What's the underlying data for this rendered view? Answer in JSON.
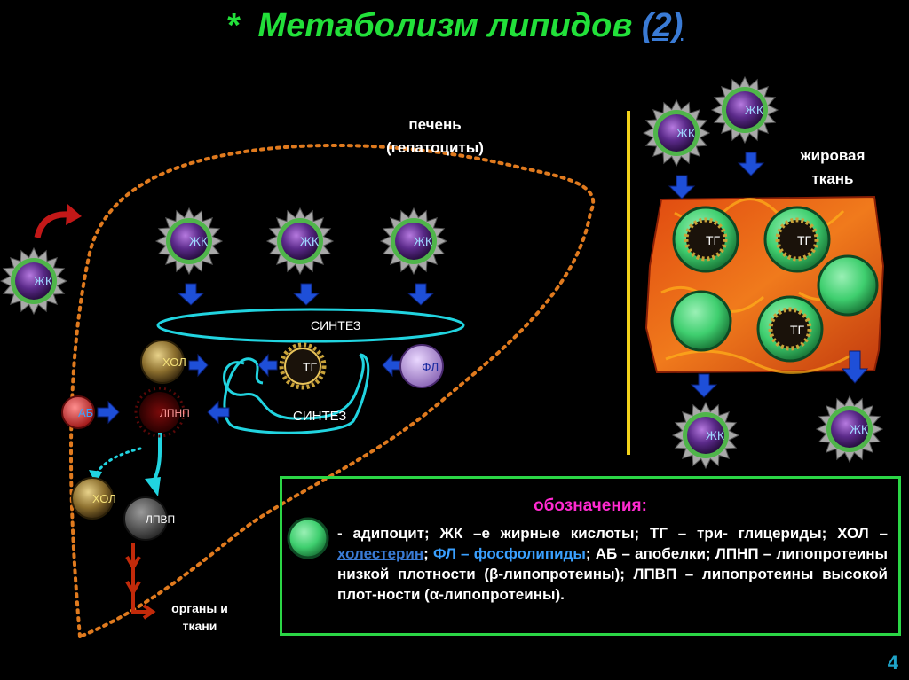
{
  "title": {
    "prefix": "*",
    "text": "Метаболизм липидов",
    "link": "(2)"
  },
  "liver": {
    "line1": "печень",
    "line2": "(гепатоциты)"
  },
  "adipose": {
    "line1": "жировая",
    "line2": "ткань"
  },
  "cells": {
    "fa": "ЖК",
    "tg": "ТГ",
    "chol": "ХОЛ",
    "pl": "ФЛ",
    "apo": "АБ",
    "ldl": "ЛПНП",
    "hdl": "ЛПВП"
  },
  "synthesis": "СИНТЕЗ",
  "organs": {
    "line1": "органы и",
    "line2": "ткани"
  },
  "legend": {
    "title": "обозначения:",
    "p1": "- адипоцит; ЖК –е жирные кислоты; ТГ – три- глицериды; ХОЛ – ",
    "chol_link": "холестерин",
    "p2": "; ",
    "fl": "ФЛ – фосфолипиды",
    "p3": "; АБ – апобелки; ЛПНП – липопротеины низкой плотности (β-липопротеины); ЛПВП – липопротеины высокой плот-ности (α-липопротеины)."
  },
  "page_number": "4",
  "colors": {
    "title": "#22e03a",
    "fa_cell": "#5b2a8a",
    "adipocyte": "#3fcf6f",
    "dotted_outline": "#e07a1e",
    "arrow_blue": "#1e4fd8",
    "synthesis_loop": "#21d4e0",
    "divider": "#f2d21a"
  }
}
